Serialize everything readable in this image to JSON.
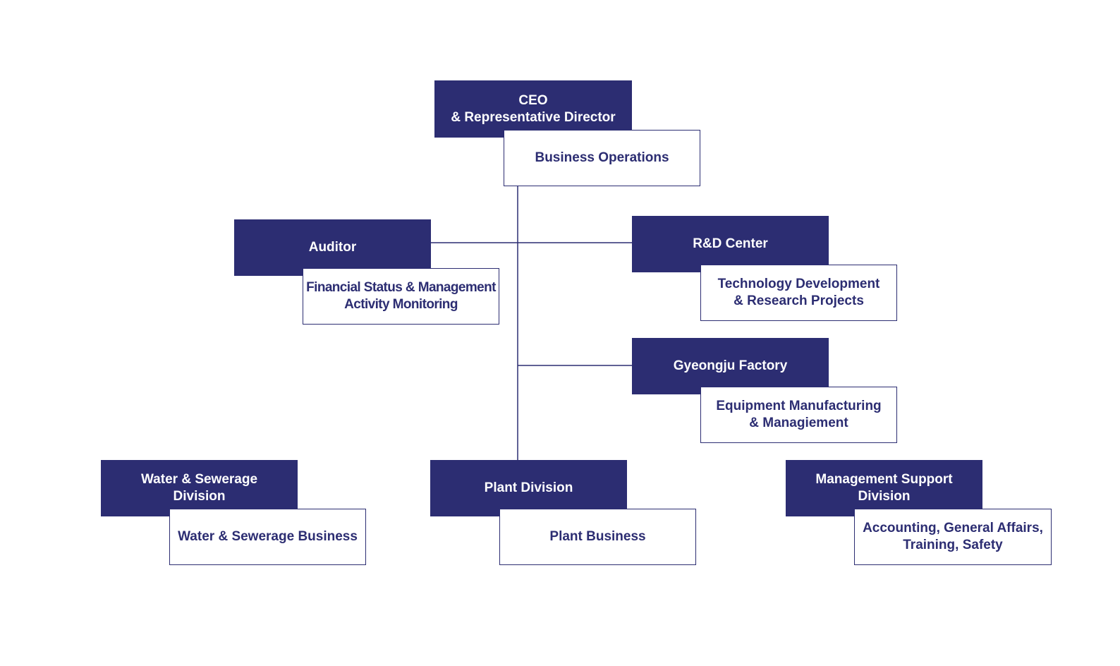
{
  "colors": {
    "primary": "#2c2d72",
    "background": "#ffffff"
  },
  "org": {
    "ceo": {
      "title": "CEO\n& Representative Director",
      "role": "Business Operations"
    },
    "auditor": {
      "title": "Auditor",
      "role": "Financial Status & Management\nActivity Monitoring"
    },
    "rnd": {
      "title": "R&D Center",
      "role": "Technology Development\n& Research Projects"
    },
    "factory": {
      "title": "Gyeongju Factory",
      "role": "Equipment Manufacturing\n& Managiement"
    },
    "water": {
      "title": "Water & Sewerage\nDivision",
      "role": "Water & Sewerage Business"
    },
    "plant": {
      "title": "Plant Division",
      "role": "Plant Business"
    },
    "support": {
      "title": "Management Support\nDivision",
      "role": "Accounting, General Affairs,\nTraining, Safety"
    }
  }
}
